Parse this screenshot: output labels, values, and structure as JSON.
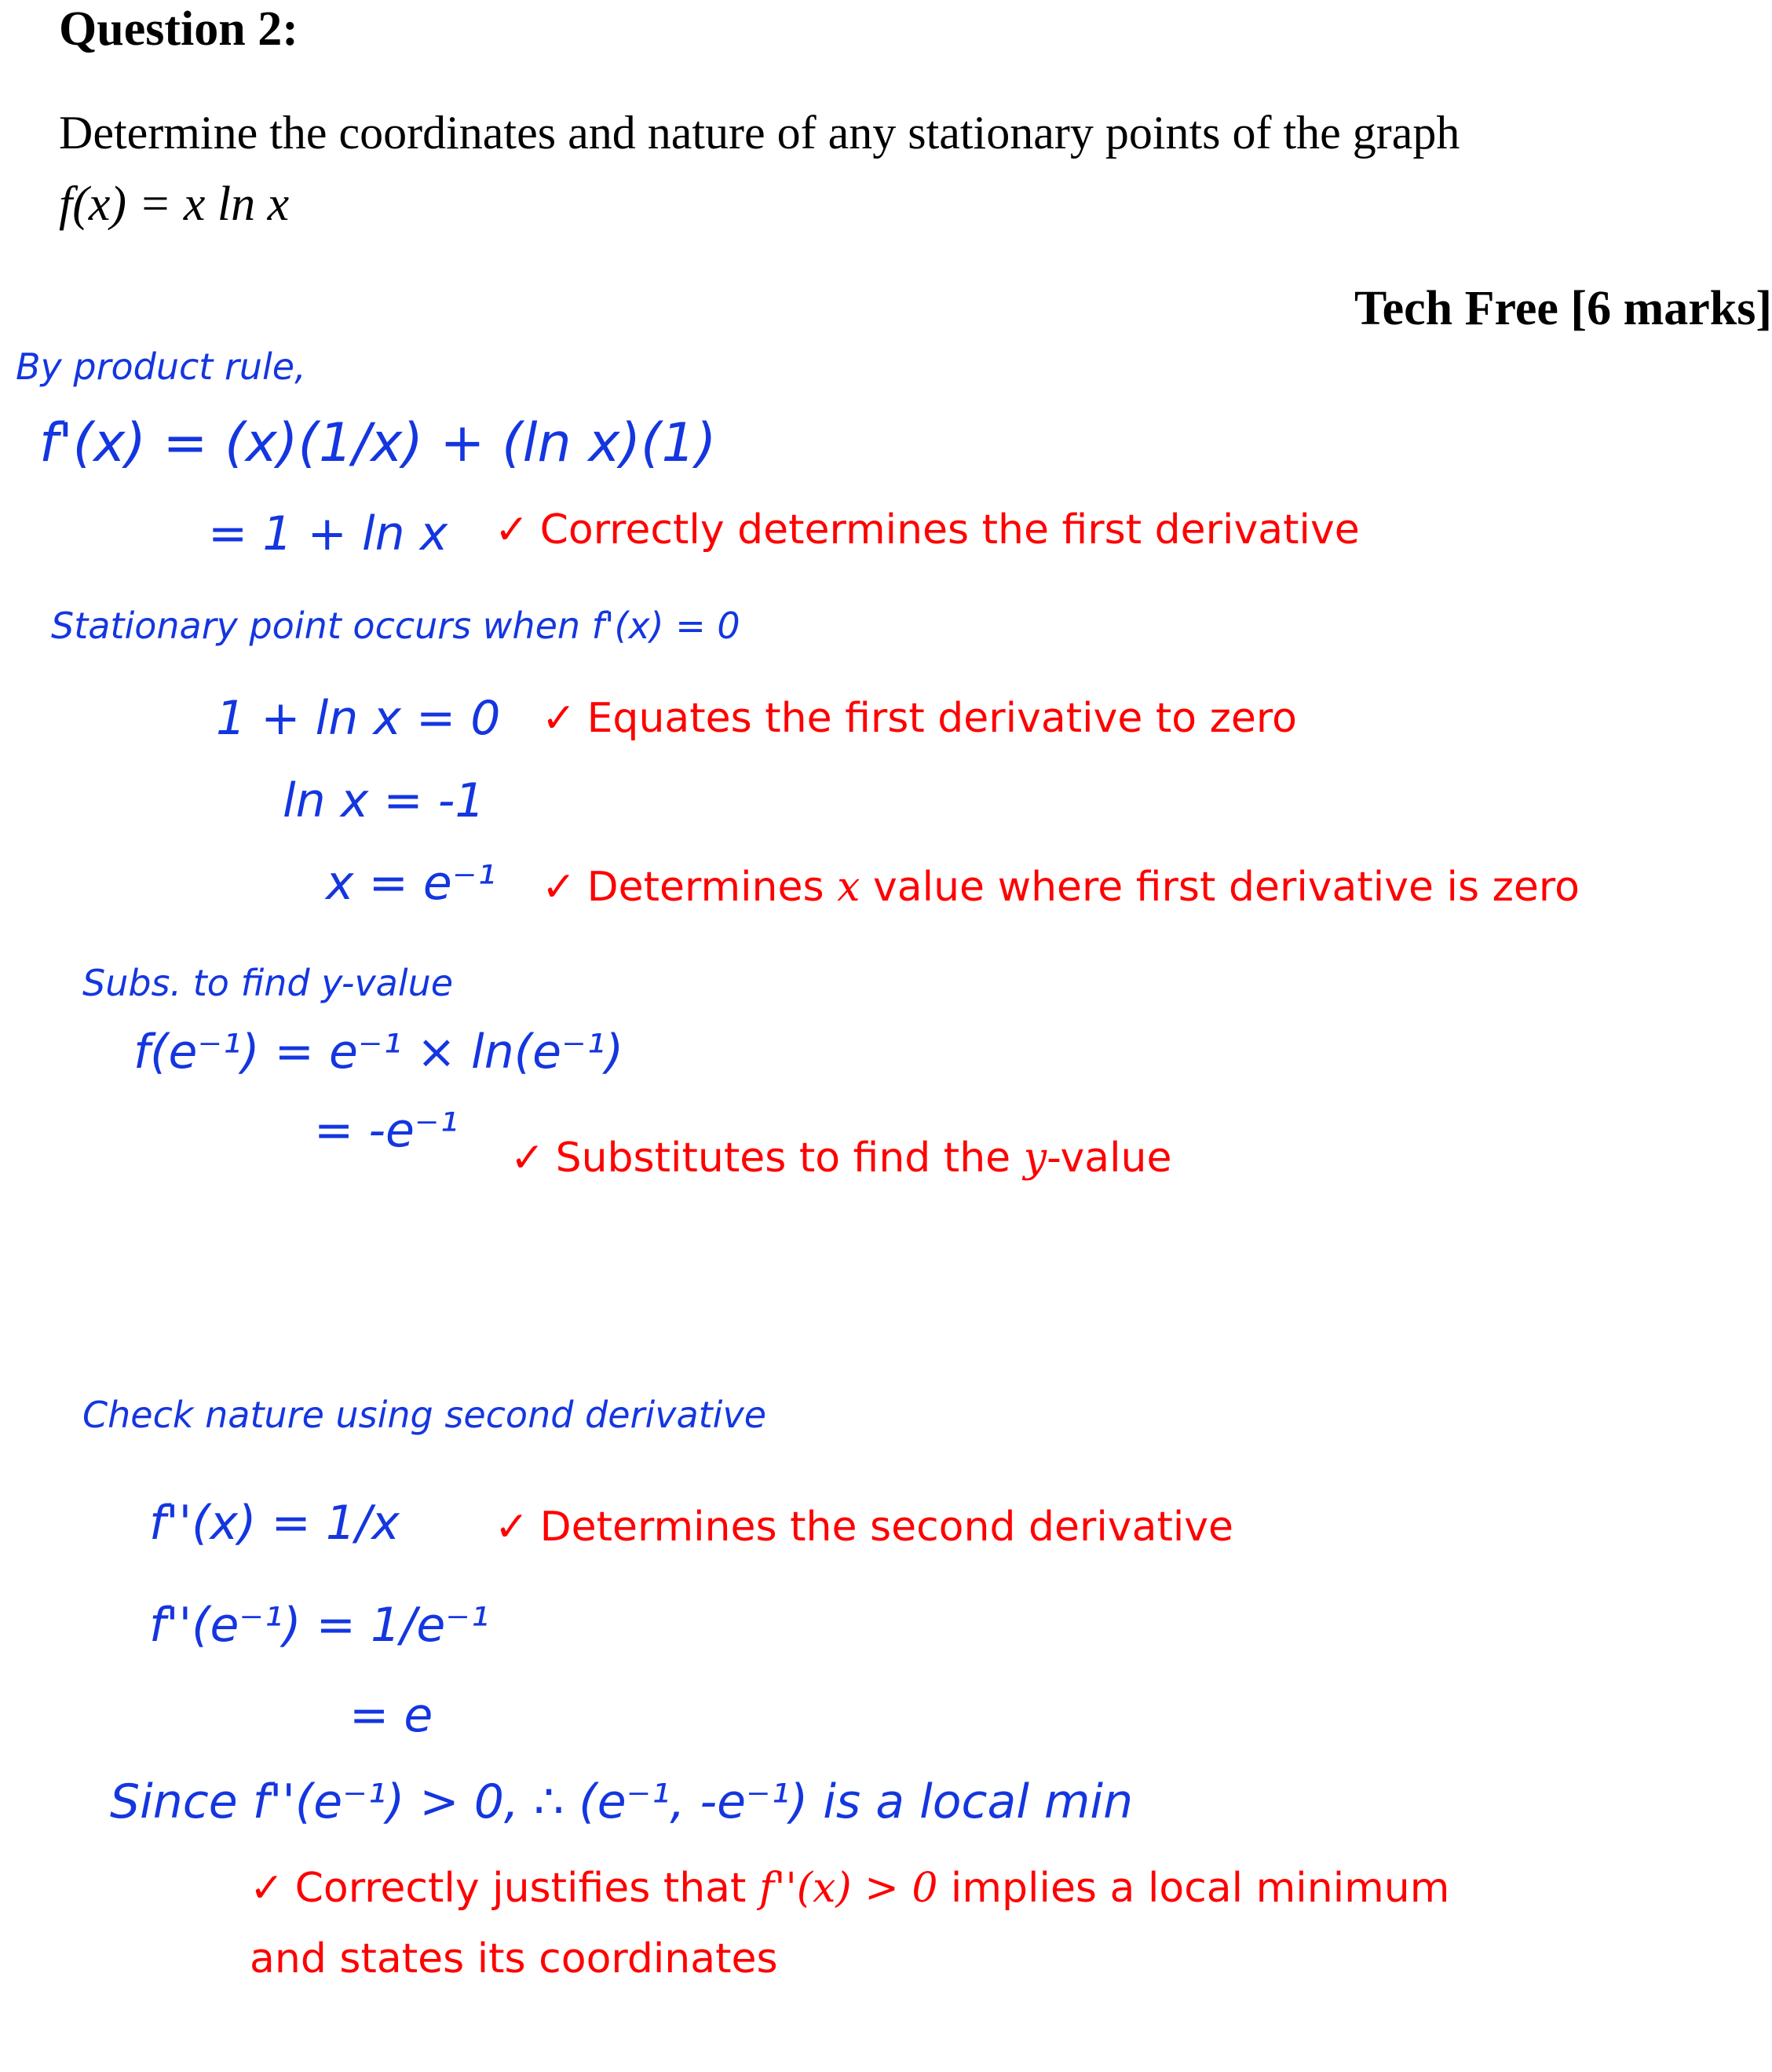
{
  "question": {
    "title": "Question 2:",
    "prompt": "Determine the coordinates and nature of any stationary points of the graph",
    "function": "f(x) = x ln x",
    "marks_label": "Tech Free [6 marks]"
  },
  "working": {
    "product_rule_heading": "By product rule,",
    "first_derivative": "f'(x) = (x)(1/x) + (ln x)(1)",
    "first_derivative_simplified": "= 1 + ln x",
    "stationary_heading": "Stationary point occurs when f'(x) = 0",
    "eq1": "1 + ln x = 0",
    "eq2": "ln x = -1",
    "eq3": "x = e⁻¹",
    "subs_heading": "Subs. to find y-value",
    "subs1": "f(e⁻¹) = e⁻¹ × ln(e⁻¹)",
    "subs2": "= -e⁻¹",
    "nature_heading": "Check nature using second derivative",
    "second_derivative": "f''(x) = 1/x",
    "second_at_point": "f''(e⁻¹) = 1/e⁻¹",
    "second_value": "= e",
    "conclusion": "Since f''(e⁻¹) > 0, ∴ (e⁻¹, -e⁻¹) is a local min"
  },
  "marking": {
    "tick": "✓",
    "m1": "Correctly determines the first derivative",
    "m2": "Equates the first derivative to zero",
    "m3_before": "Determines ",
    "m3_var": "x",
    "m3_after": " value where first derivative is zero",
    "m4_before": "Substitutes to find the ",
    "m4_var": "y",
    "m4_after": "-value",
    "m5": "Determines the second derivative",
    "m6_before": "Correctly justifies that ",
    "m6_expr": "f''(x) > 0",
    "m6_after": " implies a local minimum",
    "m6_line2": "and states its coordinates"
  }
}
